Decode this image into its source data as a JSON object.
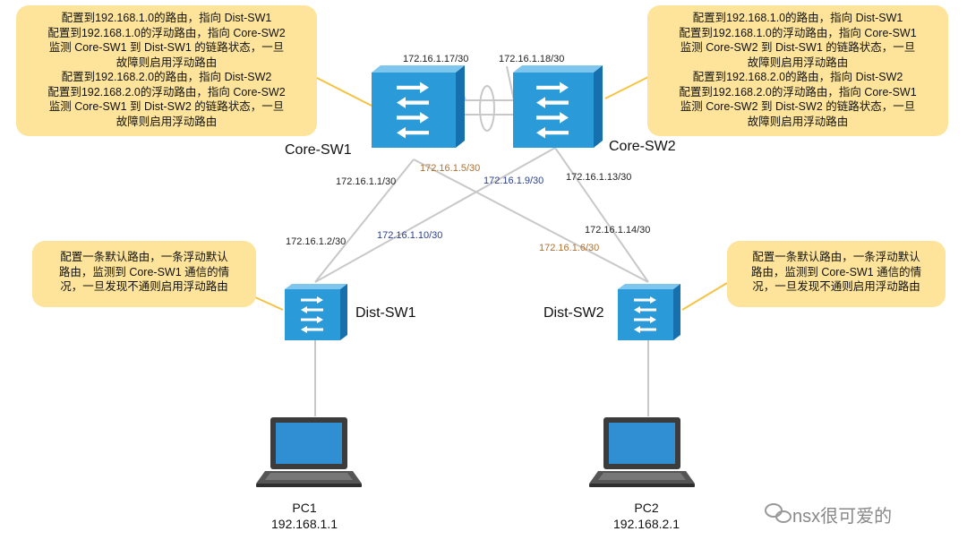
{
  "colors": {
    "switch_face": "#2a9ad8",
    "switch_top": "#7fc6ee",
    "switch_side": "#1670ad",
    "note_bg": "#fde49a",
    "callout_line": "#f5c242",
    "link_line": "#c8c8c8",
    "ip_orange": "#b07030",
    "ip_blue": "#2a3f93"
  },
  "icons": {
    "switch": "switch-icon",
    "laptop": "laptop-icon",
    "wechat": "wechat-icon"
  },
  "notes": {
    "core_sw1": [
      "配置到192.168.1.0的路由，指向 Dist-SW1",
      "配置到192.168.1.0的浮动路由，指向 Core-SW2",
      "监测 Core-SW1 到 Dist-SW1 的链路状态，一旦",
      "故障则启用浮动路由",
      "配置到192.168.2.0的路由，指向 Dist-SW2",
      "配置到192.168.2.0的浮动路由，指向 Core-SW2",
      "监测 Core-SW1 到 Dist-SW2 的链路状态，一旦",
      "故障则启用浮动路由"
    ],
    "core_sw2": [
      "配置到192.168.1.0的路由，指向 Dist-SW1",
      "配置到192.168.1.0的浮动路由，指向 Core-SW1",
      "监测 Core-SW2 到 Dist-SW1 的链路状态，一旦",
      "故障则启用浮动路由",
      "配置到192.168.2.0的路由，指向 Dist-SW2",
      "配置到192.168.2.0的浮动路由，指向 Core-SW1",
      "监测 Core-SW2 到 Dist-SW2 的链路状态，一旦",
      "故障则启用浮动路由"
    ],
    "dist_sw1": [
      "配置一条默认路由，一条浮动默认",
      "路由，监测到 Core-SW1 通信的情",
      "况，一旦发现不通则启用浮动路由"
    ],
    "dist_sw2": [
      "配置一条默认路由，一条浮动默认",
      "路由，监测到 Core-SW1 通信的情",
      "况，一旦发现不通则启用浮动路由"
    ]
  },
  "devices": {
    "core_sw1": "Core-SW1",
    "core_sw2": "Core-SW2",
    "dist_sw1": "Dist-SW1",
    "dist_sw2": "Dist-SW2"
  },
  "ips": {
    "core1_core2": "172.16.1.17/30",
    "core2_core1": "172.16.1.18/30",
    "core1_dist1": "172.16.1.1/30",
    "dist1_core1": "172.16.1.2/30",
    "core1_dist2": "172.16.1.5/30",
    "dist2_core1": "172.16.1.6/30",
    "core2_dist1": "172.16.1.9/30",
    "dist1_core2": "172.16.1.10/30",
    "core2_dist2": "172.16.1.13/30",
    "dist2_core2": "172.16.1.14/30"
  },
  "pcs": {
    "pc1": {
      "name": "PC1",
      "ip": "192.168.1.1"
    },
    "pc2": {
      "name": "PC2",
      "ip": "192.168.2.1"
    }
  },
  "watermark": "nsx很可爱的"
}
